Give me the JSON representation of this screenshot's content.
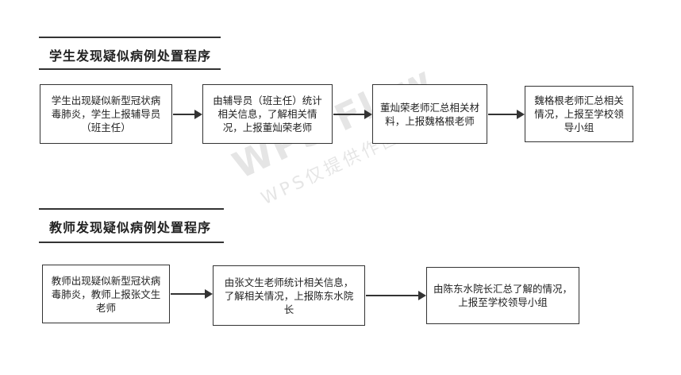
{
  "watermark": {
    "main": "WPS Flow",
    "sub": "WPS仅提供作图能力"
  },
  "section1": {
    "title": "学生发现疑似病例处置程序",
    "steps": [
      "学生出现疑似新型冠状病毒肺炎，学生上报辅导员（班主任）",
      "由辅导员（班主任）统计相关信息，了解相关情况，上报董灿荣老师",
      "董灿荣老师汇总相关材料，上报魏格根老师",
      "魏格根老师汇总相关情况，上报至学校领导小组"
    ]
  },
  "section2": {
    "title": "教师发现疑似病例处置程序",
    "steps": [
      "教师出现疑似新型冠状病毒肺炎，教师上报张文生老师",
      "由张文生老师统计相关信息，了解相关情况，上报陈东水院长",
      "由陈东水院长汇总了解的情况，上报至学校领导小组"
    ]
  }
}
